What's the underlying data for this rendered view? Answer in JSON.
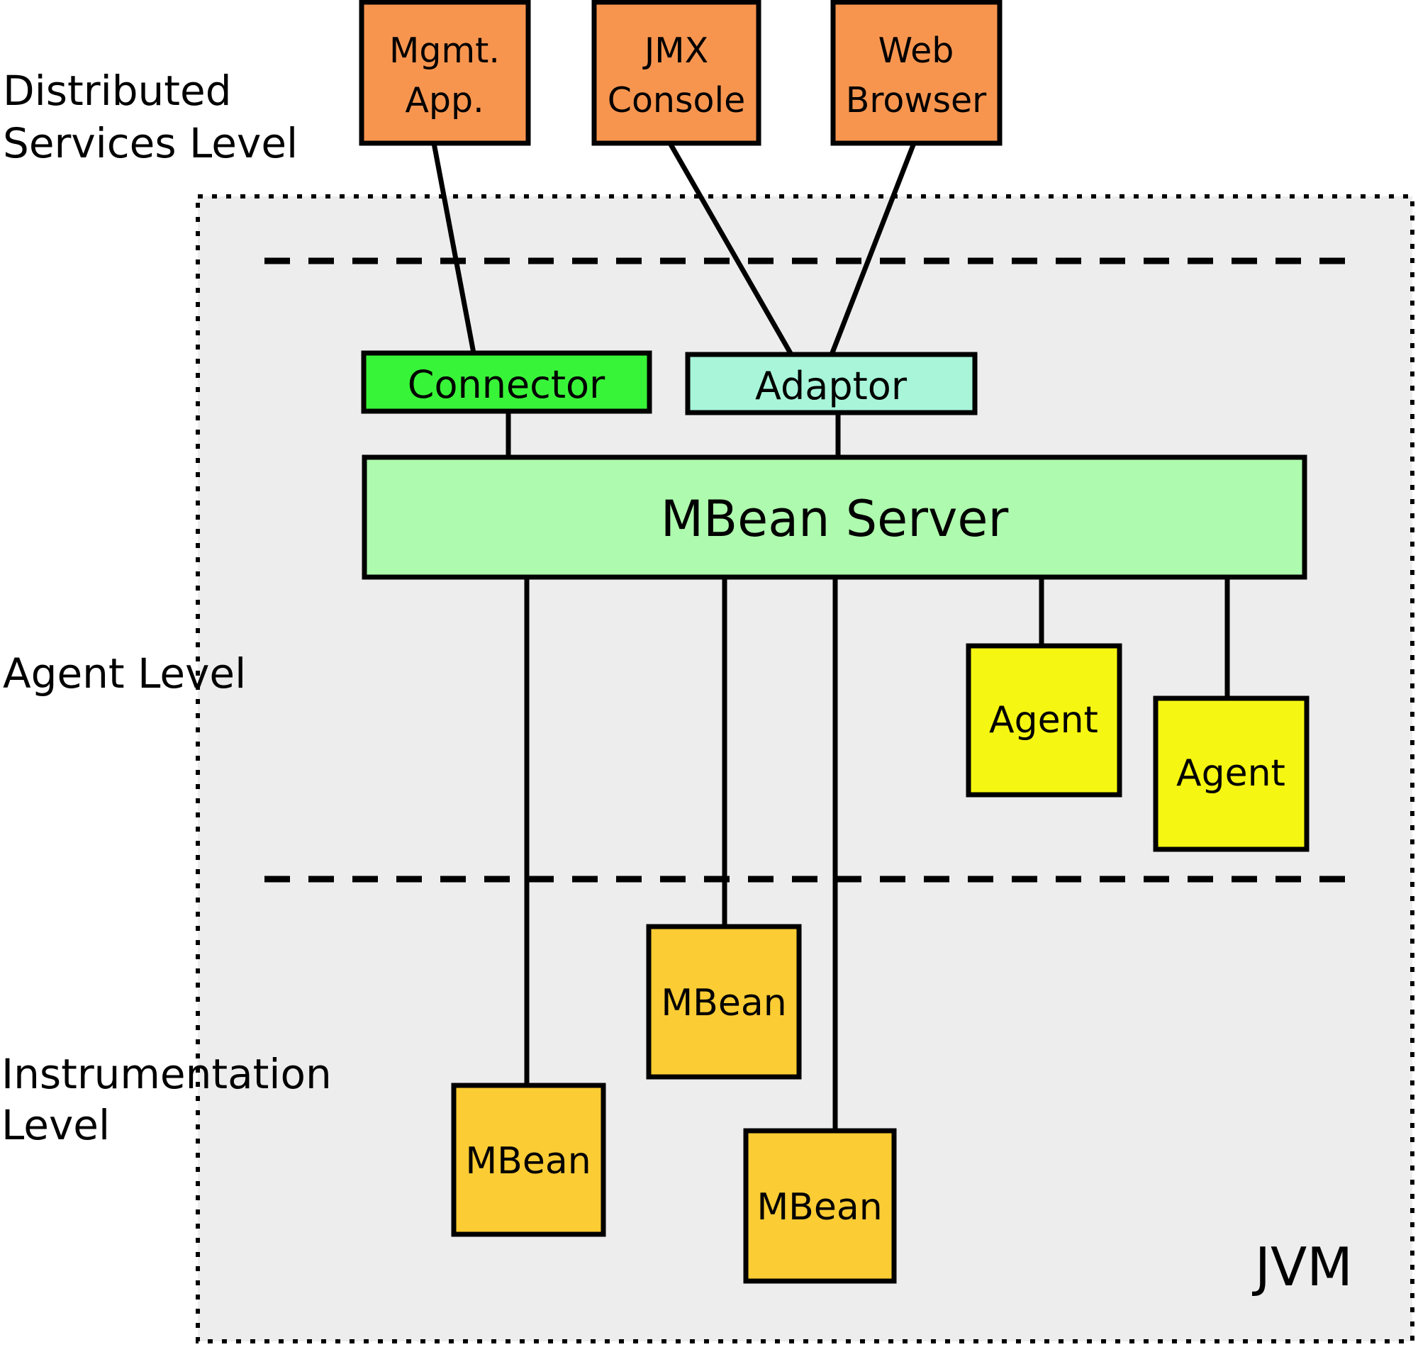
{
  "levels": {
    "distributed": {
      "line1": "Distributed",
      "line2": "Services Level"
    },
    "agent": {
      "label": "Agent Level"
    },
    "instrumentation": {
      "line1": "Instrumentation",
      "line2": "Level"
    }
  },
  "nodes": {
    "mgmt_app": {
      "line1": "Mgmt.",
      "line2": "App."
    },
    "jmx_console": {
      "line1": "JMX",
      "line2": "Console"
    },
    "web_browser": {
      "line1": "Web",
      "line2": "Browser"
    },
    "connector": {
      "label": "Connector"
    },
    "adaptor": {
      "label": "Adaptor"
    },
    "mbean_server": {
      "label": "MBean Server"
    },
    "agent_1": {
      "label": "Agent"
    },
    "agent_2": {
      "label": "Agent"
    },
    "mbean_1": {
      "label": "MBean"
    },
    "mbean_2": {
      "label": "MBean"
    },
    "mbean_3": {
      "label": "MBean"
    },
    "jvm": {
      "label": "JVM"
    }
  },
  "colors": {
    "client_box": "#F7954F",
    "connector_box": "#38F438",
    "adaptor_box": "#A8F5DA",
    "mbean_server_box": "#AEFAAE",
    "agent_box": "#F6F613",
    "mbean_box": "#FBCC34",
    "jvm_background": "#EDEDED",
    "outline": "#000000",
    "page_background": "#FFFFFF"
  }
}
